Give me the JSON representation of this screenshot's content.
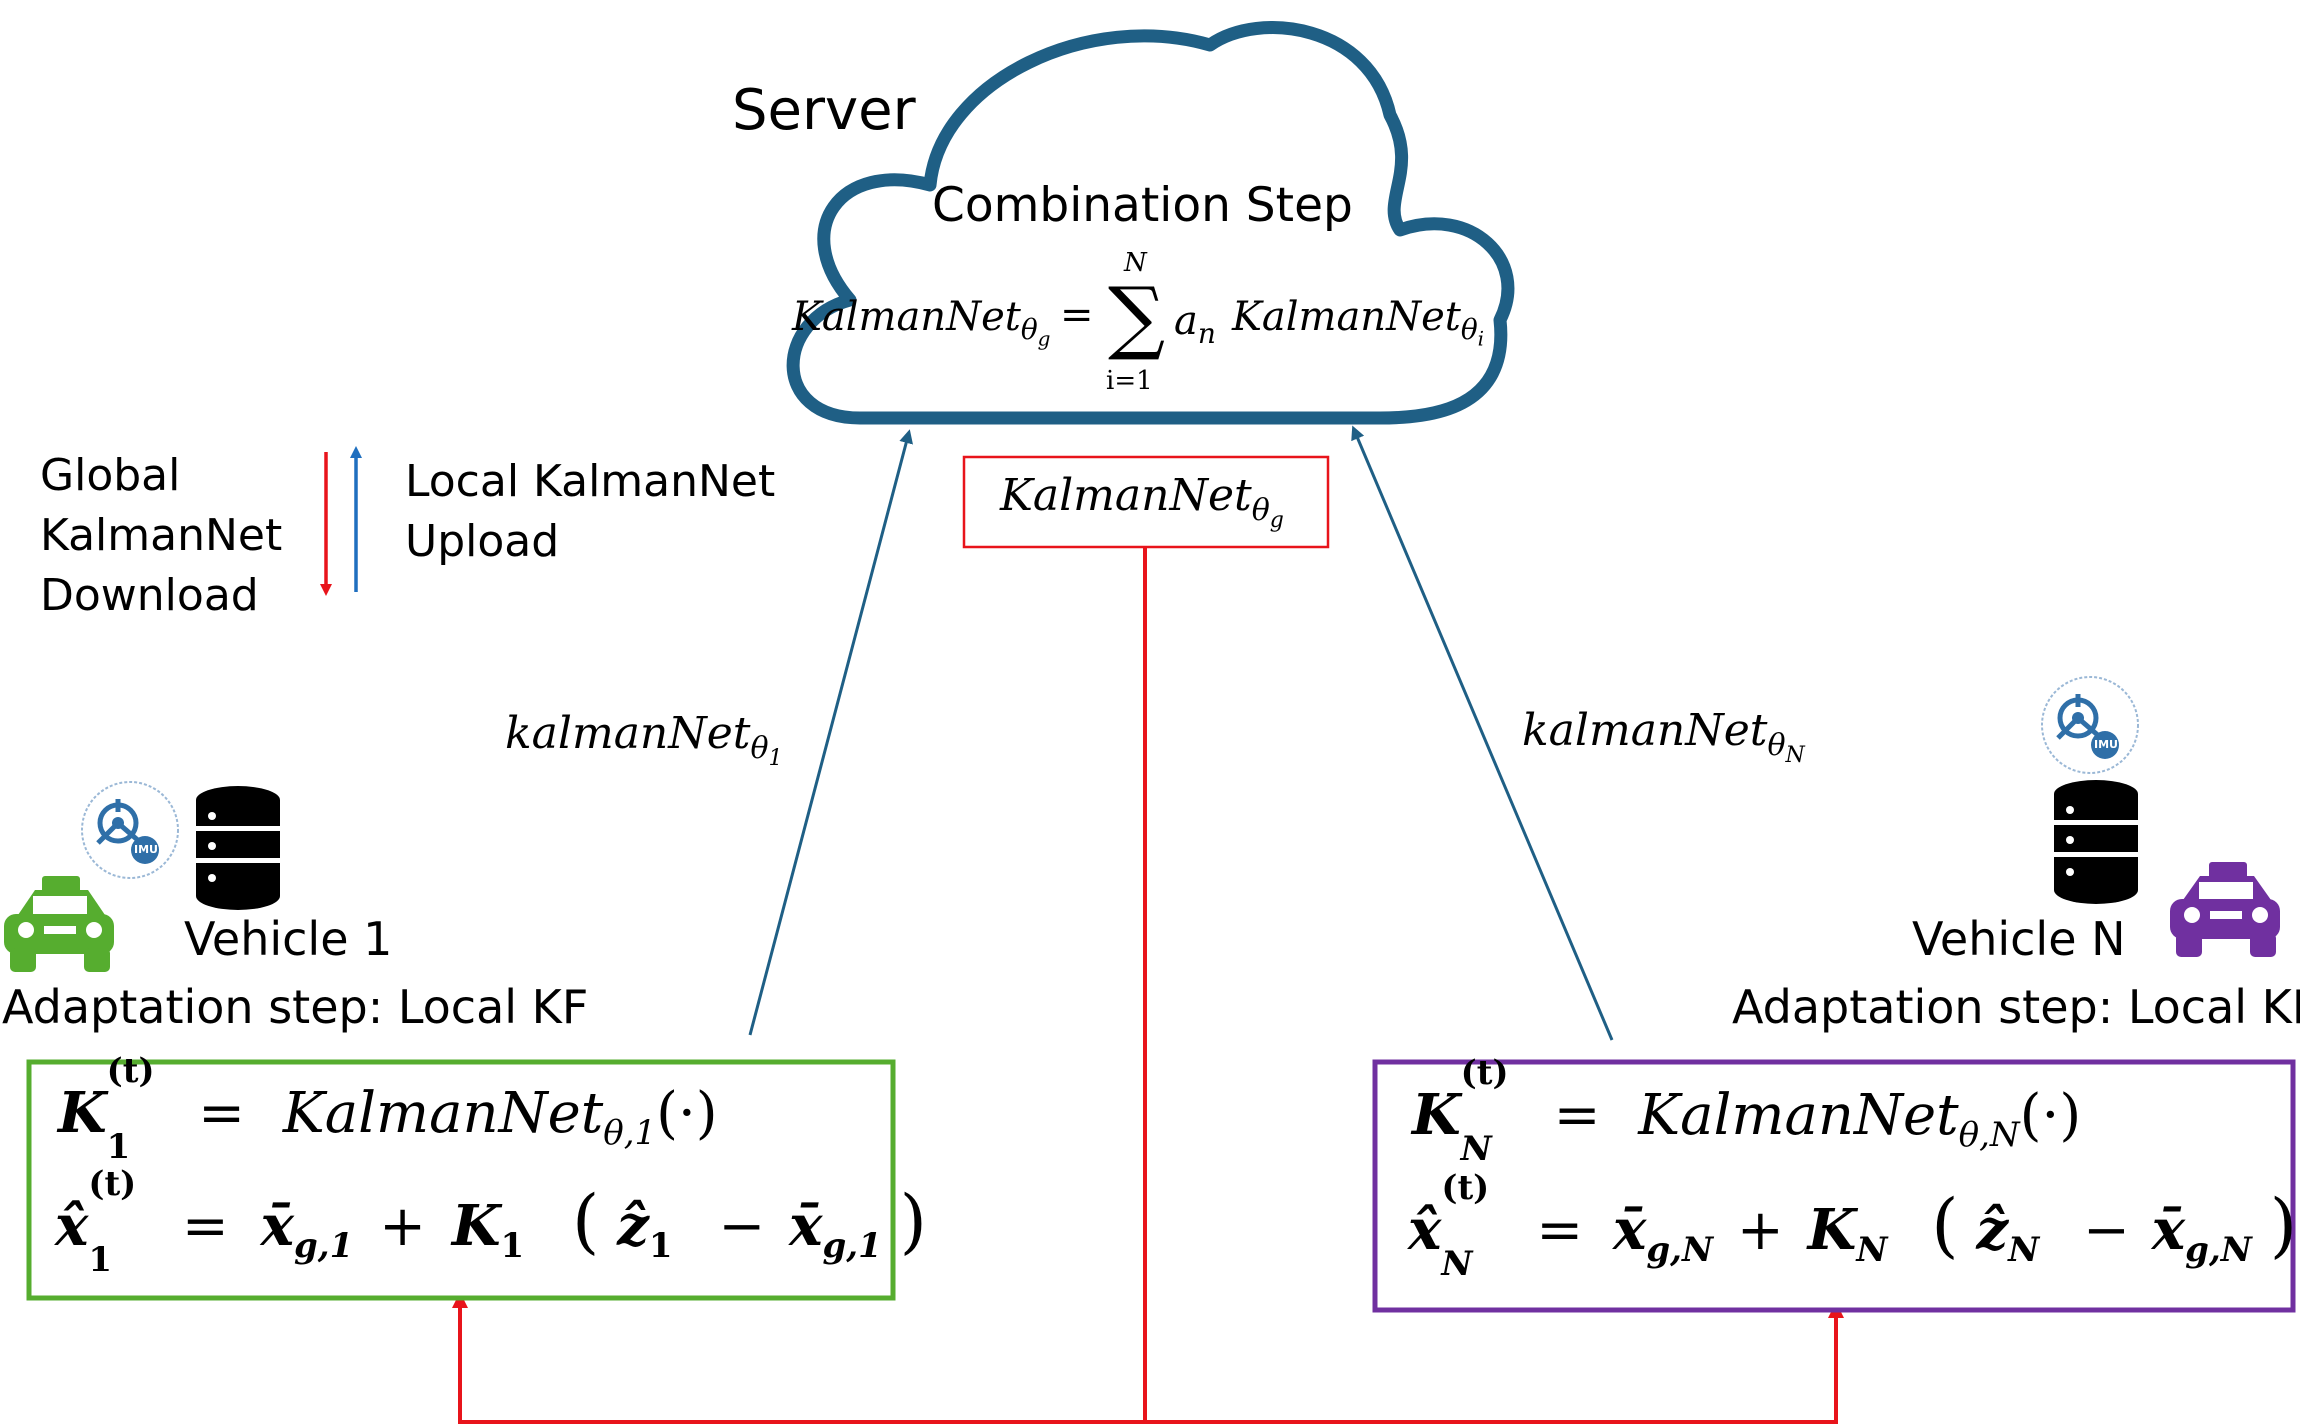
{
  "server": {
    "title": "Server",
    "step_label": "Combination Step",
    "formula": {
      "lhs_base": "KalmanNet",
      "lhs_sub": "θ",
      "lhs_subsub": "g",
      "equals": "=",
      "sum_symbol": "∑",
      "sum_upper": "N",
      "sum_lower": "i=1",
      "coef": "a",
      "coef_sub": "n",
      "rhs_base": "KalmanNet",
      "rhs_sub": "θ",
      "rhs_subsub": "i"
    }
  },
  "global_box": {
    "base": "KalmanNet",
    "sub": "θ",
    "subsub": "g"
  },
  "legend": {
    "download_line1": "Global",
    "download_line2": "KalmanNet",
    "download_line3": "Download",
    "upload_line1": "Local KalmanNet",
    "upload_line2": "Upload",
    "download_color": "#e8141b",
    "upload_color": "#1f6fbf"
  },
  "upload_labels": {
    "left": {
      "base": "kalmanNet",
      "sub": "θ",
      "subsub": "1"
    },
    "right": {
      "base": "kalmanNet",
      "sub": "θ",
      "subsub": "N"
    }
  },
  "vehicle1": {
    "name": "Vehicle 1",
    "step": "Adaptation step: Local KF",
    "color": "#56ad2f",
    "imu_label": "IMU",
    "eq1": {
      "K": "K",
      "sub": "1",
      "sup": "(t)",
      "eq": "=",
      "rhs": "KalmanNet",
      "rhs_sub": "θ,1",
      "rhs_arg": "(·)"
    },
    "eq2": {
      "x": "x̂",
      "sub": "1",
      "sup": "(t)",
      "eq": "=",
      "xbar": "x̄",
      "xbar_sub": "g,1",
      "plus": "+",
      "K": "K",
      "K_sub": "1",
      "open": "(",
      "z": "ẑ",
      "z_sub": "1",
      "minus": "−",
      "xbar2": "x̄",
      "xbar2_sub": "g,1",
      "close": ")"
    }
  },
  "vehicleN": {
    "name": "Vehicle N",
    "step": "Adaptation step: Local KF",
    "color": "#7030a0",
    "imu_label": "IMU",
    "eq1": {
      "K": "K",
      "sub": "N",
      "sup": "(t)",
      "eq": "=",
      "rhs": "KalmanNet",
      "rhs_sub": "θ,N",
      "rhs_arg": "(·)"
    },
    "eq2": {
      "x": "x̂",
      "sub": "N",
      "sup": "(t)",
      "eq": "=",
      "xbar": "x̄",
      "xbar_sub": "g,N",
      "plus": "+",
      "K": "K",
      "K_sub": "N",
      "open": "(",
      "z": "ẑ",
      "z_sub": "N",
      "minus": "−",
      "xbar2": "x̄",
      "xbar2_sub": "g,N",
      "close": ")"
    }
  },
  "colors": {
    "cloud": "#1f5f85",
    "arrow_up": "#1f5f85",
    "arrow_down": "#e8141b",
    "box_global": "#e8141b",
    "db": "#000000"
  }
}
